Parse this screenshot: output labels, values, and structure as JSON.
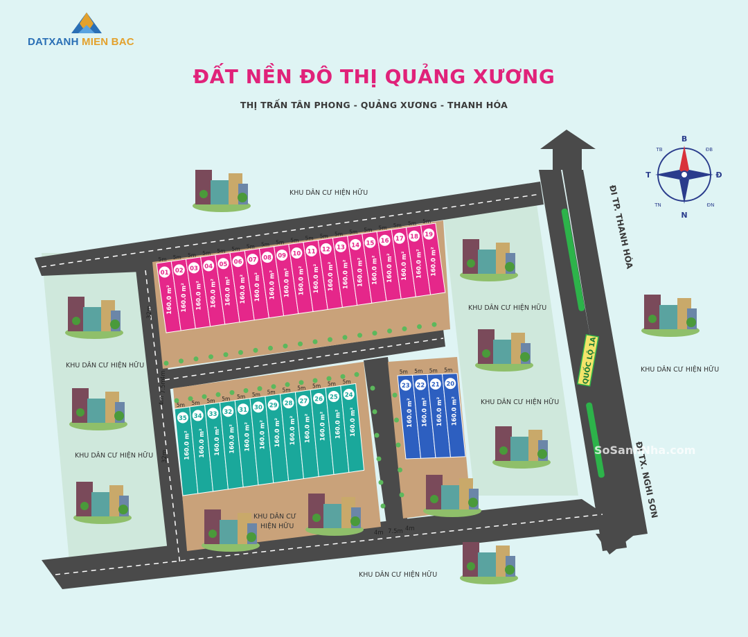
{
  "brand": {
    "name_part1": "DATXANH",
    "name_part2": "MIEN BAC"
  },
  "title": "ĐẤT NỀN ĐÔ THỊ QUẢNG XƯƠNG",
  "subtitle": "THỊ TRẤN TÂN PHONG - QUẢNG XƯƠNG - THANH HÓA",
  "area_label": "KHU DÂN CƯ HIỆN HỮU",
  "area_label_split": [
    "KHU DÂN CƯ",
    "HIỆN HỮU"
  ],
  "road_labels": {
    "north": "ĐI TP. THANH HÓA",
    "south": "ĐI TX. NGHI SƠN",
    "highway": "QUỐC LỘ 1A"
  },
  "compass": {
    "n": "B",
    "s": "N",
    "e": "Đ",
    "w": "T",
    "ne": "ĐB",
    "nw": "TB",
    "se": "ĐN",
    "sw": "TN"
  },
  "lot_area": "160.0 m²",
  "lot_width": "5m",
  "dims": {
    "depth": "32m",
    "road_4": "4m",
    "road_75": "7.5m"
  },
  "blocks": [
    {
      "name": "block-pink",
      "color": "#e5278a",
      "lots": [
        "01",
        "02",
        "03",
        "04",
        "05",
        "06",
        "07",
        "08",
        "09",
        "10",
        "11",
        "12",
        "13",
        "14",
        "15",
        "16",
        "17",
        "18",
        "19"
      ]
    },
    {
      "name": "block-teal",
      "color": "#1aa89b",
      "lots": [
        "35",
        "34",
        "33",
        "32",
        "31",
        "30",
        "29",
        "28",
        "27",
        "26",
        "25",
        "24"
      ]
    },
    {
      "name": "block-blue",
      "color": "#2d5fc0",
      "lots": [
        "23",
        "22",
        "21",
        "20"
      ]
    }
  ],
  "watermark": "SoSanhNha.com",
  "colors": {
    "road": "#4a4a4a",
    "green_area": "#cfe8dc",
    "sand": "#c9a27a",
    "bg": "#dff4f4",
    "pink": "#e5278a",
    "teal": "#1aa89b",
    "blue": "#2d5fc0"
  }
}
